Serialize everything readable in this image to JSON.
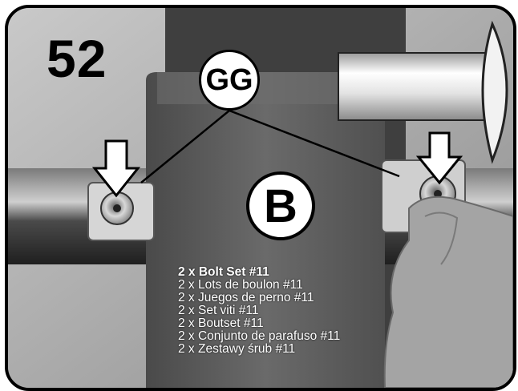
{
  "step_number": "52",
  "callouts": {
    "part_gg": "GG",
    "part_b": "B"
  },
  "parts_list": {
    "heading": "2 x Bolt Set #11",
    "translations": [
      "2 x Lots de boulon #11",
      "2 x Juegos de perno #11",
      "2 x Set viti #11",
      "2 x Boutset #11",
      "2 x Conjunto de parafuso #11",
      "2 x Zestawy śrub #11"
    ]
  },
  "colors": {
    "frame": "#000000",
    "callout_fill": "#ffffff",
    "text_on_photo": "#ffffff",
    "wood_post": "#5e5e5e",
    "metal_rail": "#3a3a3a"
  },
  "icons": {
    "arrow": "down-arrow-icon",
    "bolt": "bolt-icon"
  }
}
